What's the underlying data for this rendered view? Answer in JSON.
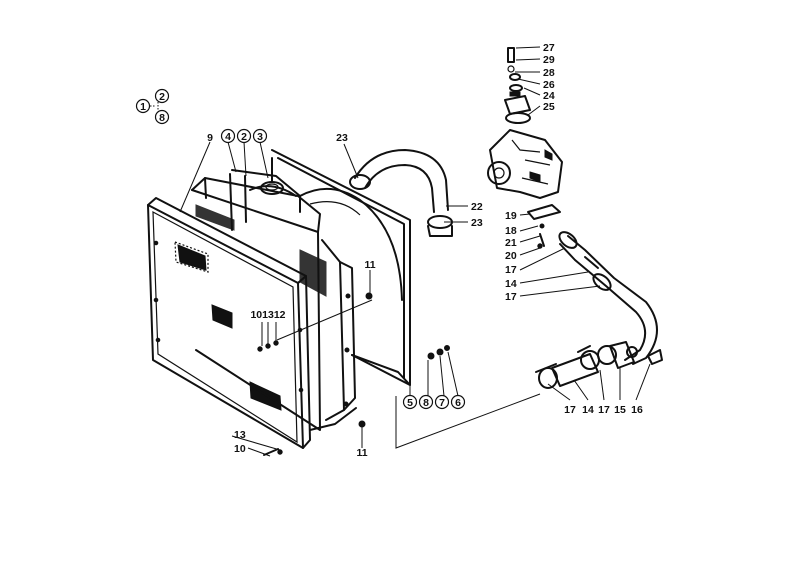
{
  "diagram": {
    "callouts": [
      {
        "id": "c1",
        "label": "1"
      },
      {
        "id": "c2",
        "label": "2"
      },
      {
        "id": "c8",
        "label": "8"
      },
      {
        "id": "c9",
        "label": "9"
      },
      {
        "id": "c4",
        "label": "4"
      },
      {
        "id": "c2b",
        "label": "2"
      },
      {
        "id": "c3",
        "label": "3"
      },
      {
        "id": "c23a",
        "label": "23"
      },
      {
        "id": "c22",
        "label": "22"
      },
      {
        "id": "c23b",
        "label": "23"
      },
      {
        "id": "c27",
        "label": "27"
      },
      {
        "id": "c29",
        "label": "29"
      },
      {
        "id": "c28",
        "label": "28"
      },
      {
        "id": "c26",
        "label": "26"
      },
      {
        "id": "c24",
        "label": "24"
      },
      {
        "id": "c25",
        "label": "25"
      },
      {
        "id": "c19",
        "label": "19"
      },
      {
        "id": "c18",
        "label": "18"
      },
      {
        "id": "c21",
        "label": "21"
      },
      {
        "id": "c20",
        "label": "20"
      },
      {
        "id": "c17a",
        "label": "17"
      },
      {
        "id": "c14a",
        "label": "14"
      },
      {
        "id": "c17b",
        "label": "17"
      },
      {
        "id": "c11a",
        "label": "11"
      },
      {
        "id": "c101312",
        "label": "101312"
      },
      {
        "id": "c5",
        "label": "5"
      },
      {
        "id": "c8b",
        "label": "8"
      },
      {
        "id": "c7",
        "label": "7"
      },
      {
        "id": "c6",
        "label": "6"
      },
      {
        "id": "c17c",
        "label": "17"
      },
      {
        "id": "c14b",
        "label": "14"
      },
      {
        "id": "c17d",
        "label": "17"
      },
      {
        "id": "c15",
        "label": "15"
      },
      {
        "id": "c16",
        "label": "16"
      },
      {
        "id": "c13",
        "label": "13"
      },
      {
        "id": "c10",
        "label": "10"
      },
      {
        "id": "c11b",
        "label": "11"
      }
    ]
  }
}
